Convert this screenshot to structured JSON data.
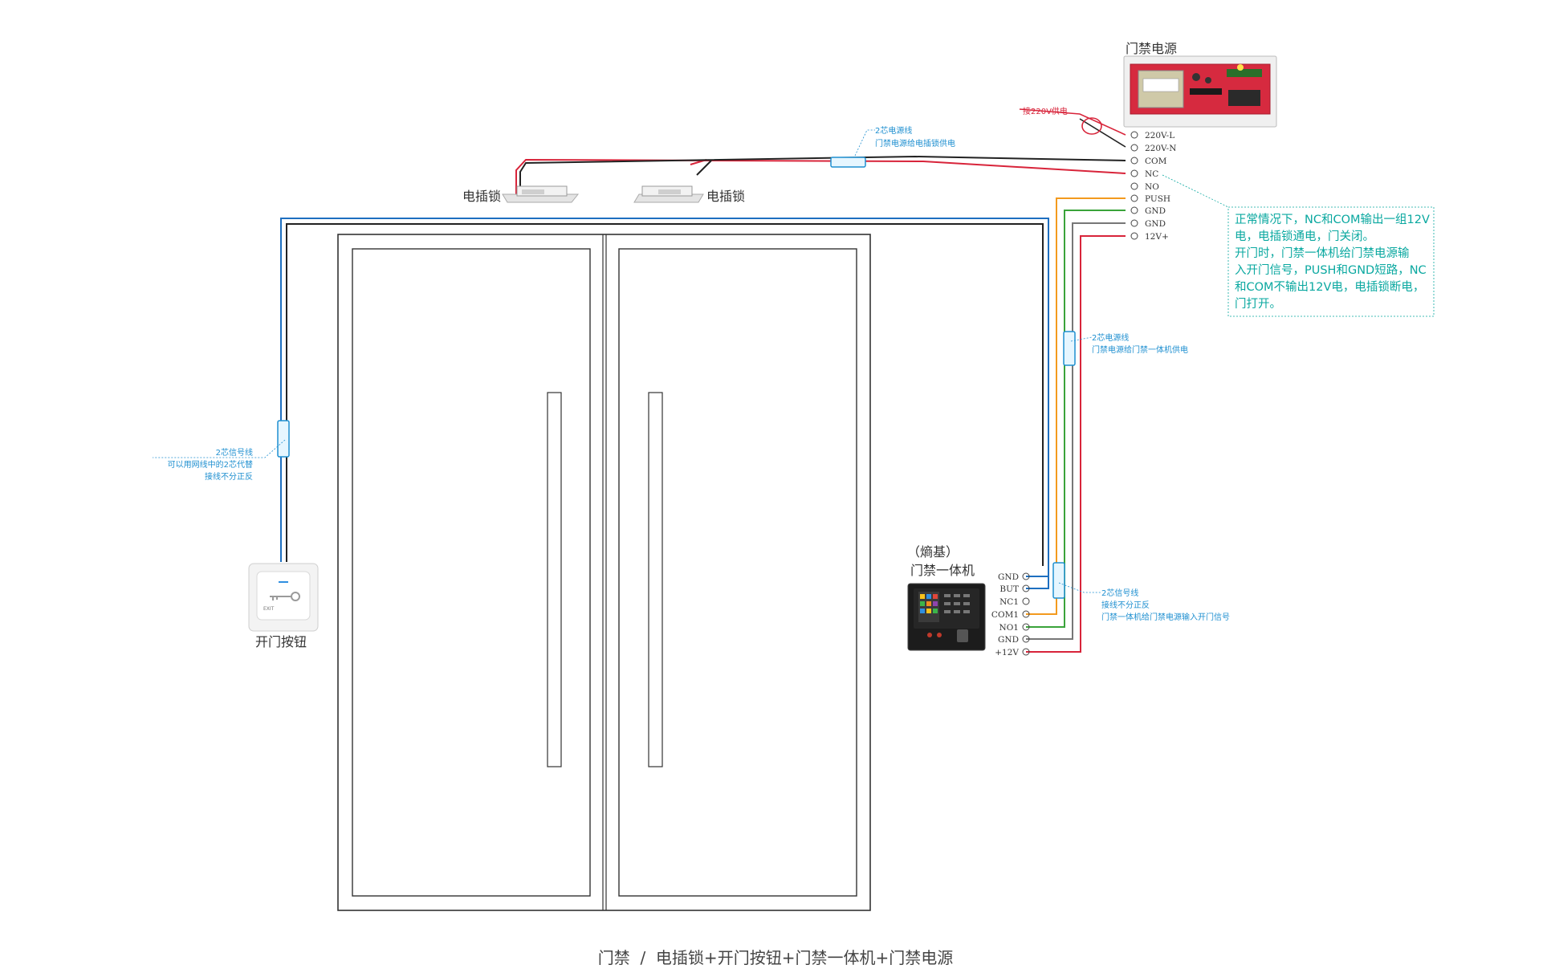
{
  "power_supply": {
    "title": "门禁电源",
    "mains_label": "接220V供电",
    "terminals": [
      "220V-L",
      "220V-N",
      "COM",
      "NC",
      "NO",
      "PUSH",
      "GND",
      "GND",
      "12V+"
    ]
  },
  "electric_lock": {
    "left_label": "电插锁",
    "right_label": "电插锁"
  },
  "annotations": {
    "lock_cable": [
      "2芯电源线",
      "门禁电源给电插锁供电"
    ],
    "terminal_cable": [
      "2芯电源线",
      "门禁电源给门禁一体机供电"
    ],
    "button_cable": [
      "2芯信号线",
      "可以用网线中的2芯代替",
      "接线不分正反"
    ],
    "signal_cable": [
      "2芯信号线",
      "接线不分正反",
      "门禁一体机给门禁电源输入开门信号"
    ]
  },
  "note": {
    "lines": [
      "正常情况下，NC和COM输出一组12V",
      "电，电插锁通电，门关闭。",
      "开门时，门禁一体机给门禁电源输",
      "入开门信号，PUSH和GND短路，NC",
      "和COM不输出12V电，电插锁断电，",
      "门打开。"
    ]
  },
  "terminal_device": {
    "brand": "（熵基）",
    "name": "门禁一体机",
    "pins": [
      "GND",
      "BUT",
      "NC1",
      "COM1",
      "NO1",
      "GND",
      "+12V"
    ]
  },
  "exit_button": {
    "label": "开门按钮",
    "plate_text": "EXIT"
  },
  "caption": "门禁  /  电插锁+开门按钮+门禁一体机+门禁电源",
  "colors": {
    "red": "#d8243a",
    "black": "#222222",
    "blue": "#1e6fc0",
    "orange": "#f39a1e",
    "green": "#3aa33a",
    "gray": "#777777",
    "cyan": "#1e8fd0",
    "teal": "#0aa8a0"
  }
}
